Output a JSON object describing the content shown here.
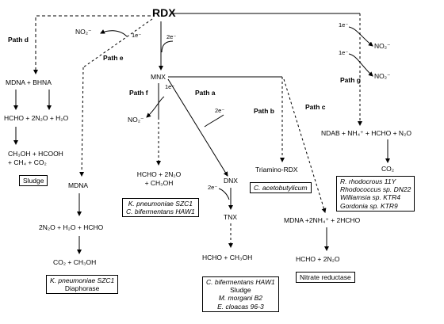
{
  "root": "RDX",
  "paths": {
    "d": "Path d",
    "e": "Path e",
    "f": "Path f",
    "a": "Path a",
    "b": "Path b",
    "c": "Path c",
    "g": "Path g"
  },
  "electrons": {
    "e1": "1e⁻",
    "e2": "2e⁻",
    "f1": "1e⁻",
    "a2": "2e⁻",
    "dnx2": "2e⁻",
    "g1a": "1e⁻",
    "g1b": "1e⁻"
  },
  "nitrite": "NO₂⁻",
  "nodes": {
    "mnx": "MNX",
    "mdna_bhna": "MDNA + BHNA",
    "d_hcho": "HCHO + 2N₂O + H₂O",
    "d_ch3oh_1": "CH₃OH + HCOOH",
    "d_ch3oh_2": "+ CH₄ + CO₂",
    "mdna_e": "MDNA",
    "e_n2o": "2N₂O + H₂O + HCHO",
    "e_co2": "CO₂ + CH₃OH",
    "f_prod_1": "HCHO + 2N₂O",
    "f_prod_2": "+ CH₃OH",
    "dnx": "DNX",
    "tnx": "TNX",
    "a_prod": "HCHO + CH₃OH",
    "triamino": "Triamino-RDX",
    "c_mdna": "MDNA +2NH₄⁺ + 2HCHO",
    "c_prod": "HCHO + 2N₂O",
    "g_ndab": "NDAB + NH₄⁺ +  HCHO + N₂O",
    "g_co2": "CO₂"
  },
  "boxes": {
    "sludge": "Sludge",
    "e_box_1": "K. pneumoniae SZC1",
    "e_box_2": "Diaphorase",
    "f_box_1": "K. pneumoniae SZC1",
    "f_box_2": "C. bifermentans HAW1",
    "b_box": "C. acetobutylicum",
    "a_box_1": "C. bifermentans HAW1",
    "a_box_2": "Sludge",
    "a_box_3": "M. morgani B2",
    "a_box_4": "E. cloacas 96-3",
    "c_box": "Nitrate reductase",
    "g_box_1": "R. rhodocrous 11Y",
    "g_box_2": "Rhodococcus sp. DN22",
    "g_box_3": "Williamsia sp. KTR4",
    "g_box_4": "Gordonia sp. KTR9"
  }
}
